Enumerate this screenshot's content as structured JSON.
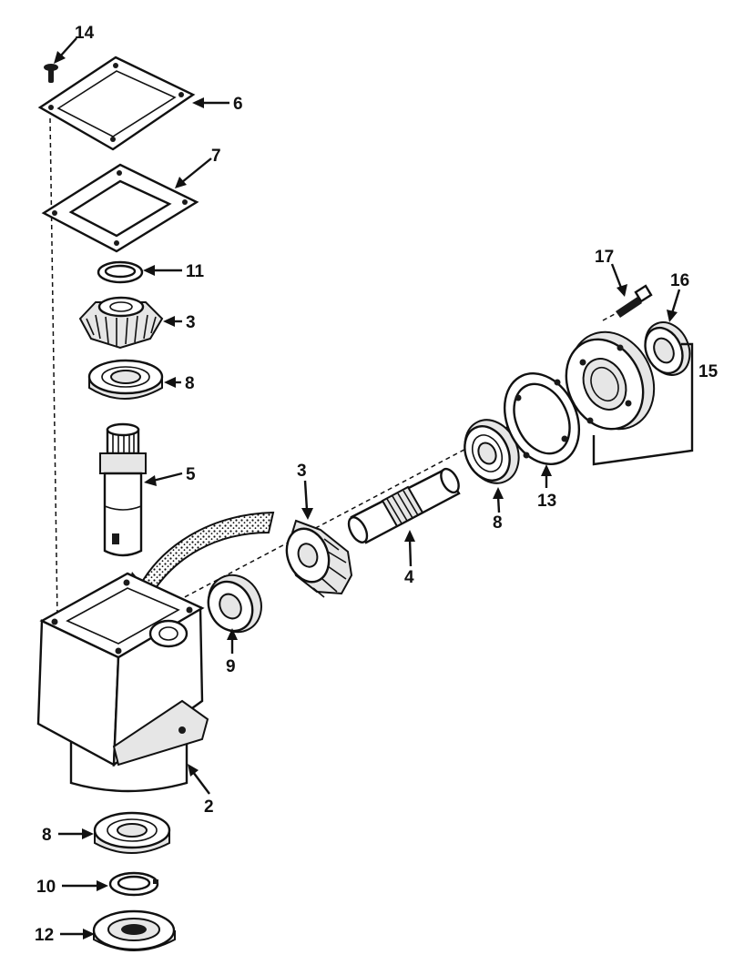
{
  "diagram": {
    "callouts": {
      "c14": "14",
      "c6": "6",
      "c7": "7",
      "c11": "11",
      "c3_top": "3",
      "c8_top": "8",
      "c5": "5",
      "c3_mid": "3",
      "c4": "4",
      "c8_mid": "8",
      "c13": "13",
      "c17": "17",
      "c16": "16",
      "c15": "15",
      "c9": "9",
      "c2": "2",
      "c8_bot": "8",
      "c10": "10",
      "c12": "12"
    }
  }
}
